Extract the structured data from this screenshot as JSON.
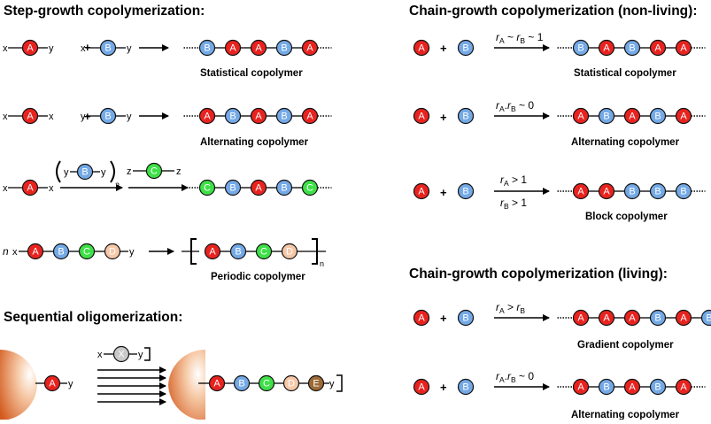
{
  "colors": {
    "A": "#e8231f",
    "B": "#74a9e6",
    "C": "#3ee047",
    "D": "#f6c8a8",
    "E": "#9c6a36",
    "X": "#c9c9c9",
    "substrate": "#d96d2e"
  },
  "headers": {
    "step_growth": "Step-growth copolymerization:",
    "sequential": "Sequential oligomerization:",
    "chain_nonliving": "Chain-growth copolymerization (non-living):",
    "chain_living": "Chain-growth copolymerization (living):"
  },
  "captions": {
    "statistical_left": "Statistical copolymer",
    "alternating_left": "Alternating copolymer",
    "periodic": "Periodic copolymer",
    "statistical_right": "Statistical copolymer",
    "alternating_right_1": "Alternating copolymer",
    "block": "Block copolymer",
    "gradient": "Gradient copolymer",
    "alternating_right_2": "Alternating copolymer"
  },
  "symbols": {
    "plus": "+",
    "x": "x",
    "y": "y",
    "z": "z",
    "n": "n"
  },
  "rates": {
    "r1": {
      "a": "r",
      "as": "A",
      "op": " ~ ",
      "b": "r",
      "bs": "B",
      "tail": " ~ 1"
    },
    "r2": {
      "a": "r",
      "as": "A",
      "op": ".",
      "b": "r",
      "bs": "B",
      "tail": " ~ 0"
    },
    "r3a": {
      "a": "r",
      "as": "A",
      "tail": " > 1"
    },
    "r3b": {
      "a": "r",
      "as": "B",
      "tail": " > 1"
    },
    "r4": {
      "a": "r",
      "as": "A",
      "op": " > ",
      "b": "r",
      "bs": "B",
      "tail": ""
    },
    "r5": {
      "a": "r",
      "as": "A",
      "op": ".",
      "b": "r",
      "bs": "B",
      "tail": " ~ 0"
    }
  },
  "polymers": {
    "statistical_left": [
      "B",
      "A",
      "A",
      "B",
      "A"
    ],
    "alternating_left": [
      "A",
      "B",
      "A",
      "B",
      "A"
    ],
    "row3_left": [
      "C",
      "B",
      "A",
      "B",
      "C"
    ],
    "periodic_monomer": [
      "A",
      "B",
      "C",
      "D"
    ],
    "periodic_product": [
      "A",
      "B",
      "C",
      "D"
    ],
    "sequential_product": [
      "A",
      "B",
      "C",
      "D",
      "E"
    ],
    "statistical_right": [
      "B",
      "A",
      "B",
      "A",
      "A"
    ],
    "alternating_right_1": [
      "A",
      "B",
      "A",
      "B",
      "A"
    ],
    "block": [
      "A",
      "A",
      "B",
      "B",
      "B"
    ],
    "gradient": [
      "A",
      "A",
      "A",
      "B",
      "A",
      "B"
    ],
    "alternating_right_2": [
      "A",
      "B",
      "A",
      "B",
      "A"
    ]
  },
  "monomer_labels": {
    "A": "A",
    "B": "B",
    "C": "C",
    "D": "D",
    "E": "E",
    "X": "X"
  }
}
